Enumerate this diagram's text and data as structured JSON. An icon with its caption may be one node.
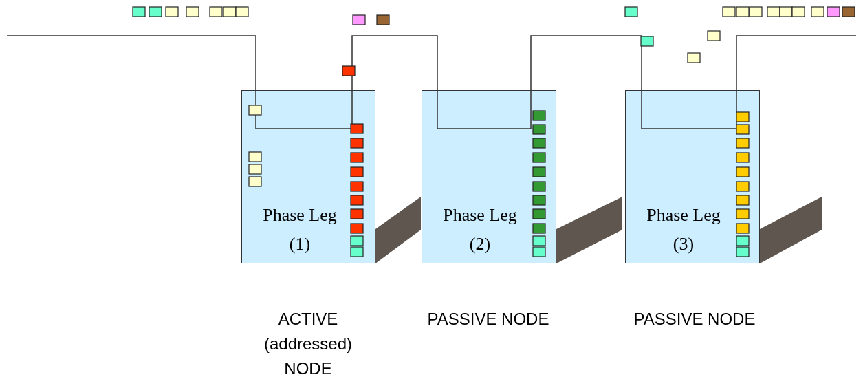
{
  "diagram": {
    "nodes": [
      {
        "text": [
          "Phase Leg (1)"
        ],
        "beside": [
          "ACTIVE (addressed) NODE"
        ]
      },
      {
        "text": [
          "Phase Leg (2)"
        ],
        "beside": [
          "PASSIVE NODE"
        ]
      },
      {
        "text": [
          "Phase Leg (3)"
        ],
        "beside": [
          "PASSIVE NODE"
        ]
      }
    ],
    "edges": [
      {
        "from": null,
        "to": 0,
        "arrow": "none"
      },
      {
        "from": 0,
        "to": 1,
        "arrow": "none"
      },
      {
        "from": 1,
        "to": 2,
        "arrow": "none"
      },
      {
        "from": 2,
        "to": null,
        "arrow": "none"
      }
    ]
  }
}
